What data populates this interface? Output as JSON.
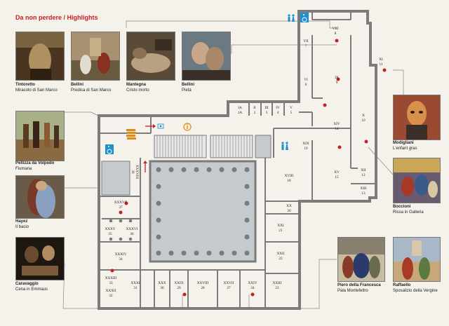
{
  "header": {
    "title": "Da non perdere / Highlights"
  },
  "highlights": [
    {
      "artist": "Tintoretto",
      "work": "Miracolo di San Marco"
    },
    {
      "artist": "Bellini",
      "work": "Predica di San Marco"
    },
    {
      "artist": "Mantegna",
      "work": "Cristo morto"
    },
    {
      "artist": "Bellini",
      "work": "Pietà"
    },
    {
      "artist": "Pellizza da Volpedo",
      "work": "Fiumana"
    },
    {
      "artist": "Hayez",
      "work": "Il bacio"
    },
    {
      "artist": "Caravaggio",
      "work": "Cena in Emmaus"
    },
    {
      "artist": "Modigliani",
      "work": "L'enfant gras"
    },
    {
      "artist": "Boccioni",
      "work": "Rissa in Galleria"
    },
    {
      "artist": "Piero della Francesca",
      "work": "Pala Montefeltro"
    },
    {
      "artist": "Raffaello",
      "work": "Sposalizio della Vergine"
    }
  ],
  "rooms": {
    "viii": {
      "roman": "VIII",
      "num": "8"
    },
    "vii": {
      "roman": "VII",
      "num": "7"
    },
    "xi": {
      "roman": "XI",
      "num": "11"
    },
    "vi": {
      "roman": "VI",
      "num": "6"
    },
    "ix": {
      "roman": "IX",
      "num": "9"
    },
    "ia": {
      "roman": "IA",
      "num": "1A"
    },
    "ii": {
      "roman": "II",
      "num": "2"
    },
    "iii": {
      "roman": "III",
      "num": "3"
    },
    "iv": {
      "roman": "IV",
      "num": "4"
    },
    "v": {
      "roman": "V",
      "num": "5"
    },
    "x": {
      "roman": "X",
      "num": "10"
    },
    "xiv": {
      "roman": "XIV",
      "num": "14"
    },
    "xix": {
      "roman": "XIX",
      "num": "19"
    },
    "xii": {
      "roman": "XII",
      "num": "12"
    },
    "xv": {
      "roman": "XV",
      "num": "15"
    },
    "xiii": {
      "roman": "XIII",
      "num": "13"
    },
    "xviii": {
      "roman": "XVIII",
      "num": "18"
    },
    "xxxviii": {
      "roman": "XXXVIII",
      "num": "38"
    },
    "xxxvii": {
      "roman": "XXXVII",
      "num": "37"
    },
    "xx": {
      "roman": "XX",
      "num": "20"
    },
    "xxxv": {
      "roman": "XXXV",
      "num": "35"
    },
    "xxxvi": {
      "roman": "XXXVI",
      "num": "36"
    },
    "xxi": {
      "roman": "XXI",
      "num": "21"
    },
    "xxxiv": {
      "roman": "XXXIV",
      "num": "34"
    },
    "xxii": {
      "roman": "XXII",
      "num": "22"
    },
    "xxxiii": {
      "roman": "XXXIII",
      "num": "33"
    },
    "xxxii": {
      "roman": "XXXII",
      "num": "32"
    },
    "xxxi": {
      "roman": "XXXI",
      "num": "31"
    },
    "xxx": {
      "roman": "XXX",
      "num": "30"
    },
    "xxix": {
      "roman": "XXIX",
      "num": "29"
    },
    "xxviii": {
      "roman": "XXVIII",
      "num": "28"
    },
    "xxvii": {
      "roman": "XXVII",
      "num": "27"
    },
    "xxiv": {
      "roman": "XXIV",
      "num": "24"
    },
    "xxiii": {
      "roman": "XXIII",
      "num": "23"
    }
  },
  "icons": {
    "restroom": "restroom-icon",
    "accessible": "wheelchair-icon",
    "info": "info-icon",
    "books": "bookshop-icon",
    "entrance": "entrance-arrow-icon",
    "camera": "camera-icon"
  },
  "colors": {
    "header_red": "#c61f24",
    "highlight_dot": "#c61f24",
    "restroom_blue": "#1f8fd0",
    "info_orange": "#e08a17",
    "walls": "#7b7b7b"
  }
}
